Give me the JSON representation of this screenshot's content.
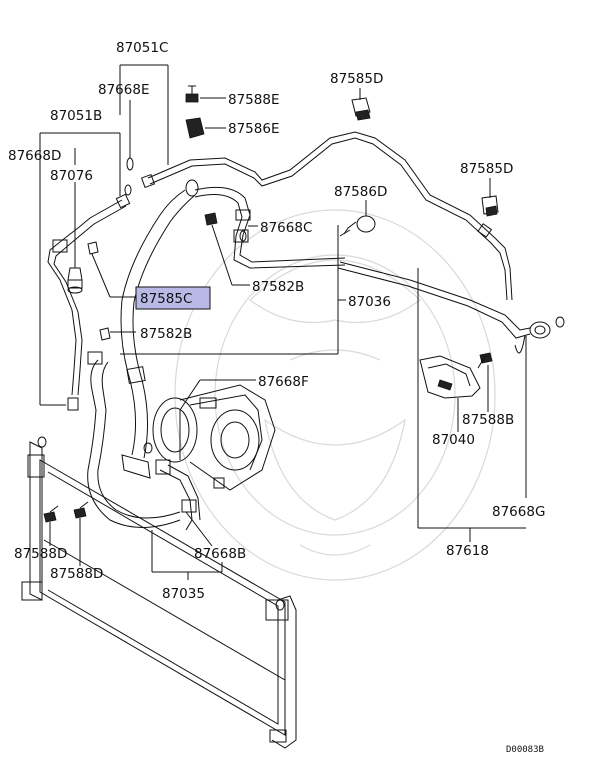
{
  "diagram_code": "D00083B",
  "highlight_color": "#b9b9e6",
  "labels": {
    "p87051C": "87051C",
    "p87668E": "87668E",
    "p87588E": "87588E",
    "p87586E": "87586E",
    "p87585D_top": "87585D",
    "p87051B": "87051B",
    "p87668D": "87668D",
    "p87076": "87076",
    "p87586D": "87586D",
    "p87585D_right": "87585D",
    "p87668C": "87668C",
    "p87585C": "87585C",
    "p87582B_upper": "87582B",
    "p87036": "87036",
    "p87582B_lower": "87582B",
    "p87668F": "87668F",
    "p87588B": "87588B",
    "p87040": "87040",
    "p87668G": "87668G",
    "p87588D_a": "87588D",
    "p87588D_b": "87588D",
    "p87668B": "87668B",
    "p87618": "87618",
    "p87035": "87035"
  }
}
